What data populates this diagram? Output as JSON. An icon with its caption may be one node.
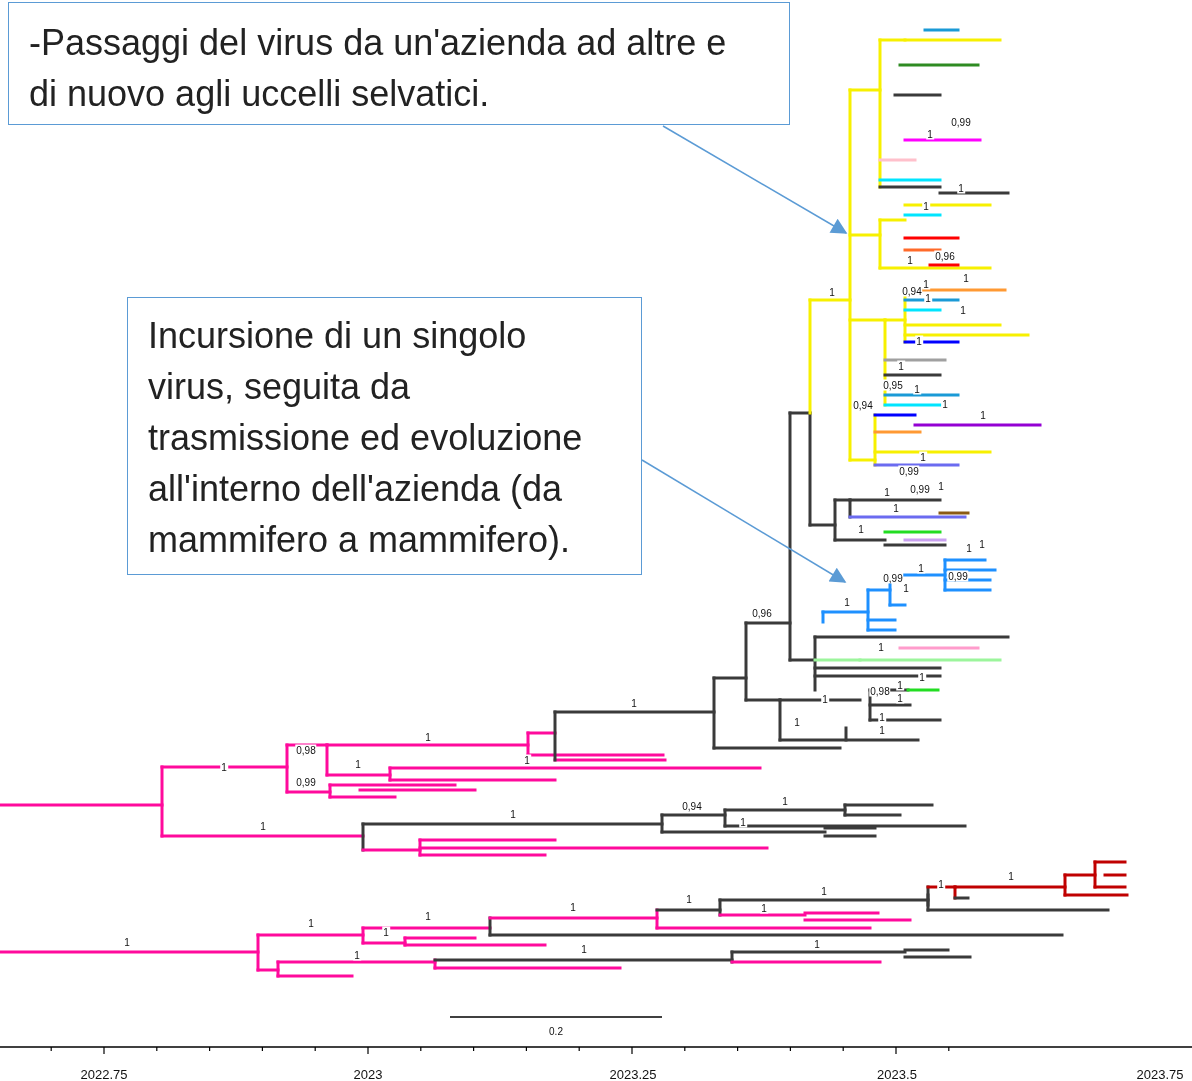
{
  "diagram": {
    "nodes": [
      {
        "text": [
          "-Passaggi del virus da un'azienda ad altre e di nuovo agli uccelli selvatici."
        ]
      },
      {
        "text": [
          "Incursione di un singolo virus, seguita da trasmissione ed evoluzione all'interno dell'azienda (da mammifero a mammifero)."
        ]
      },
      {
        "text": [],
        "shape": "picture"
      },
      {
        "text": [],
        "shape": "picture"
      }
    ],
    "edges": [
      {
        "from": 0,
        "to": 2,
        "arrow": "to"
      },
      {
        "from": 1,
        "to": 3,
        "arrow": "to"
      }
    ],
    "labels": [
      "0,99",
      "1",
      "1",
      "1",
      "1",
      "0,96",
      "1",
      "1",
      "0,94",
      "1",
      "1",
      "1",
      "1",
      "1",
      "0,95",
      "1",
      "0,94",
      "1",
      "1",
      "1",
      "0,99",
      "1",
      "0,99",
      "1",
      "1",
      "1",
      "1",
      "1",
      "1",
      "0,99",
      "0,99",
      "1",
      "1",
      "0,96",
      "1",
      "1",
      "1",
      "1",
      "0,98",
      "1",
      "1",
      "1",
      "1",
      "1",
      "1",
      "0,98",
      "1",
      "1",
      "1",
      "0,99",
      "0,94",
      "1",
      "1",
      "1",
      "1",
      "1",
      "1",
      "1",
      "1",
      "1",
      "1",
      "1",
      "1",
      "1",
      "1",
      "1",
      "1",
      "1",
      "0.2",
      "2022.75",
      "2023",
      "2023.25",
      "2023.5",
      "2023.75"
    ]
  }
}
